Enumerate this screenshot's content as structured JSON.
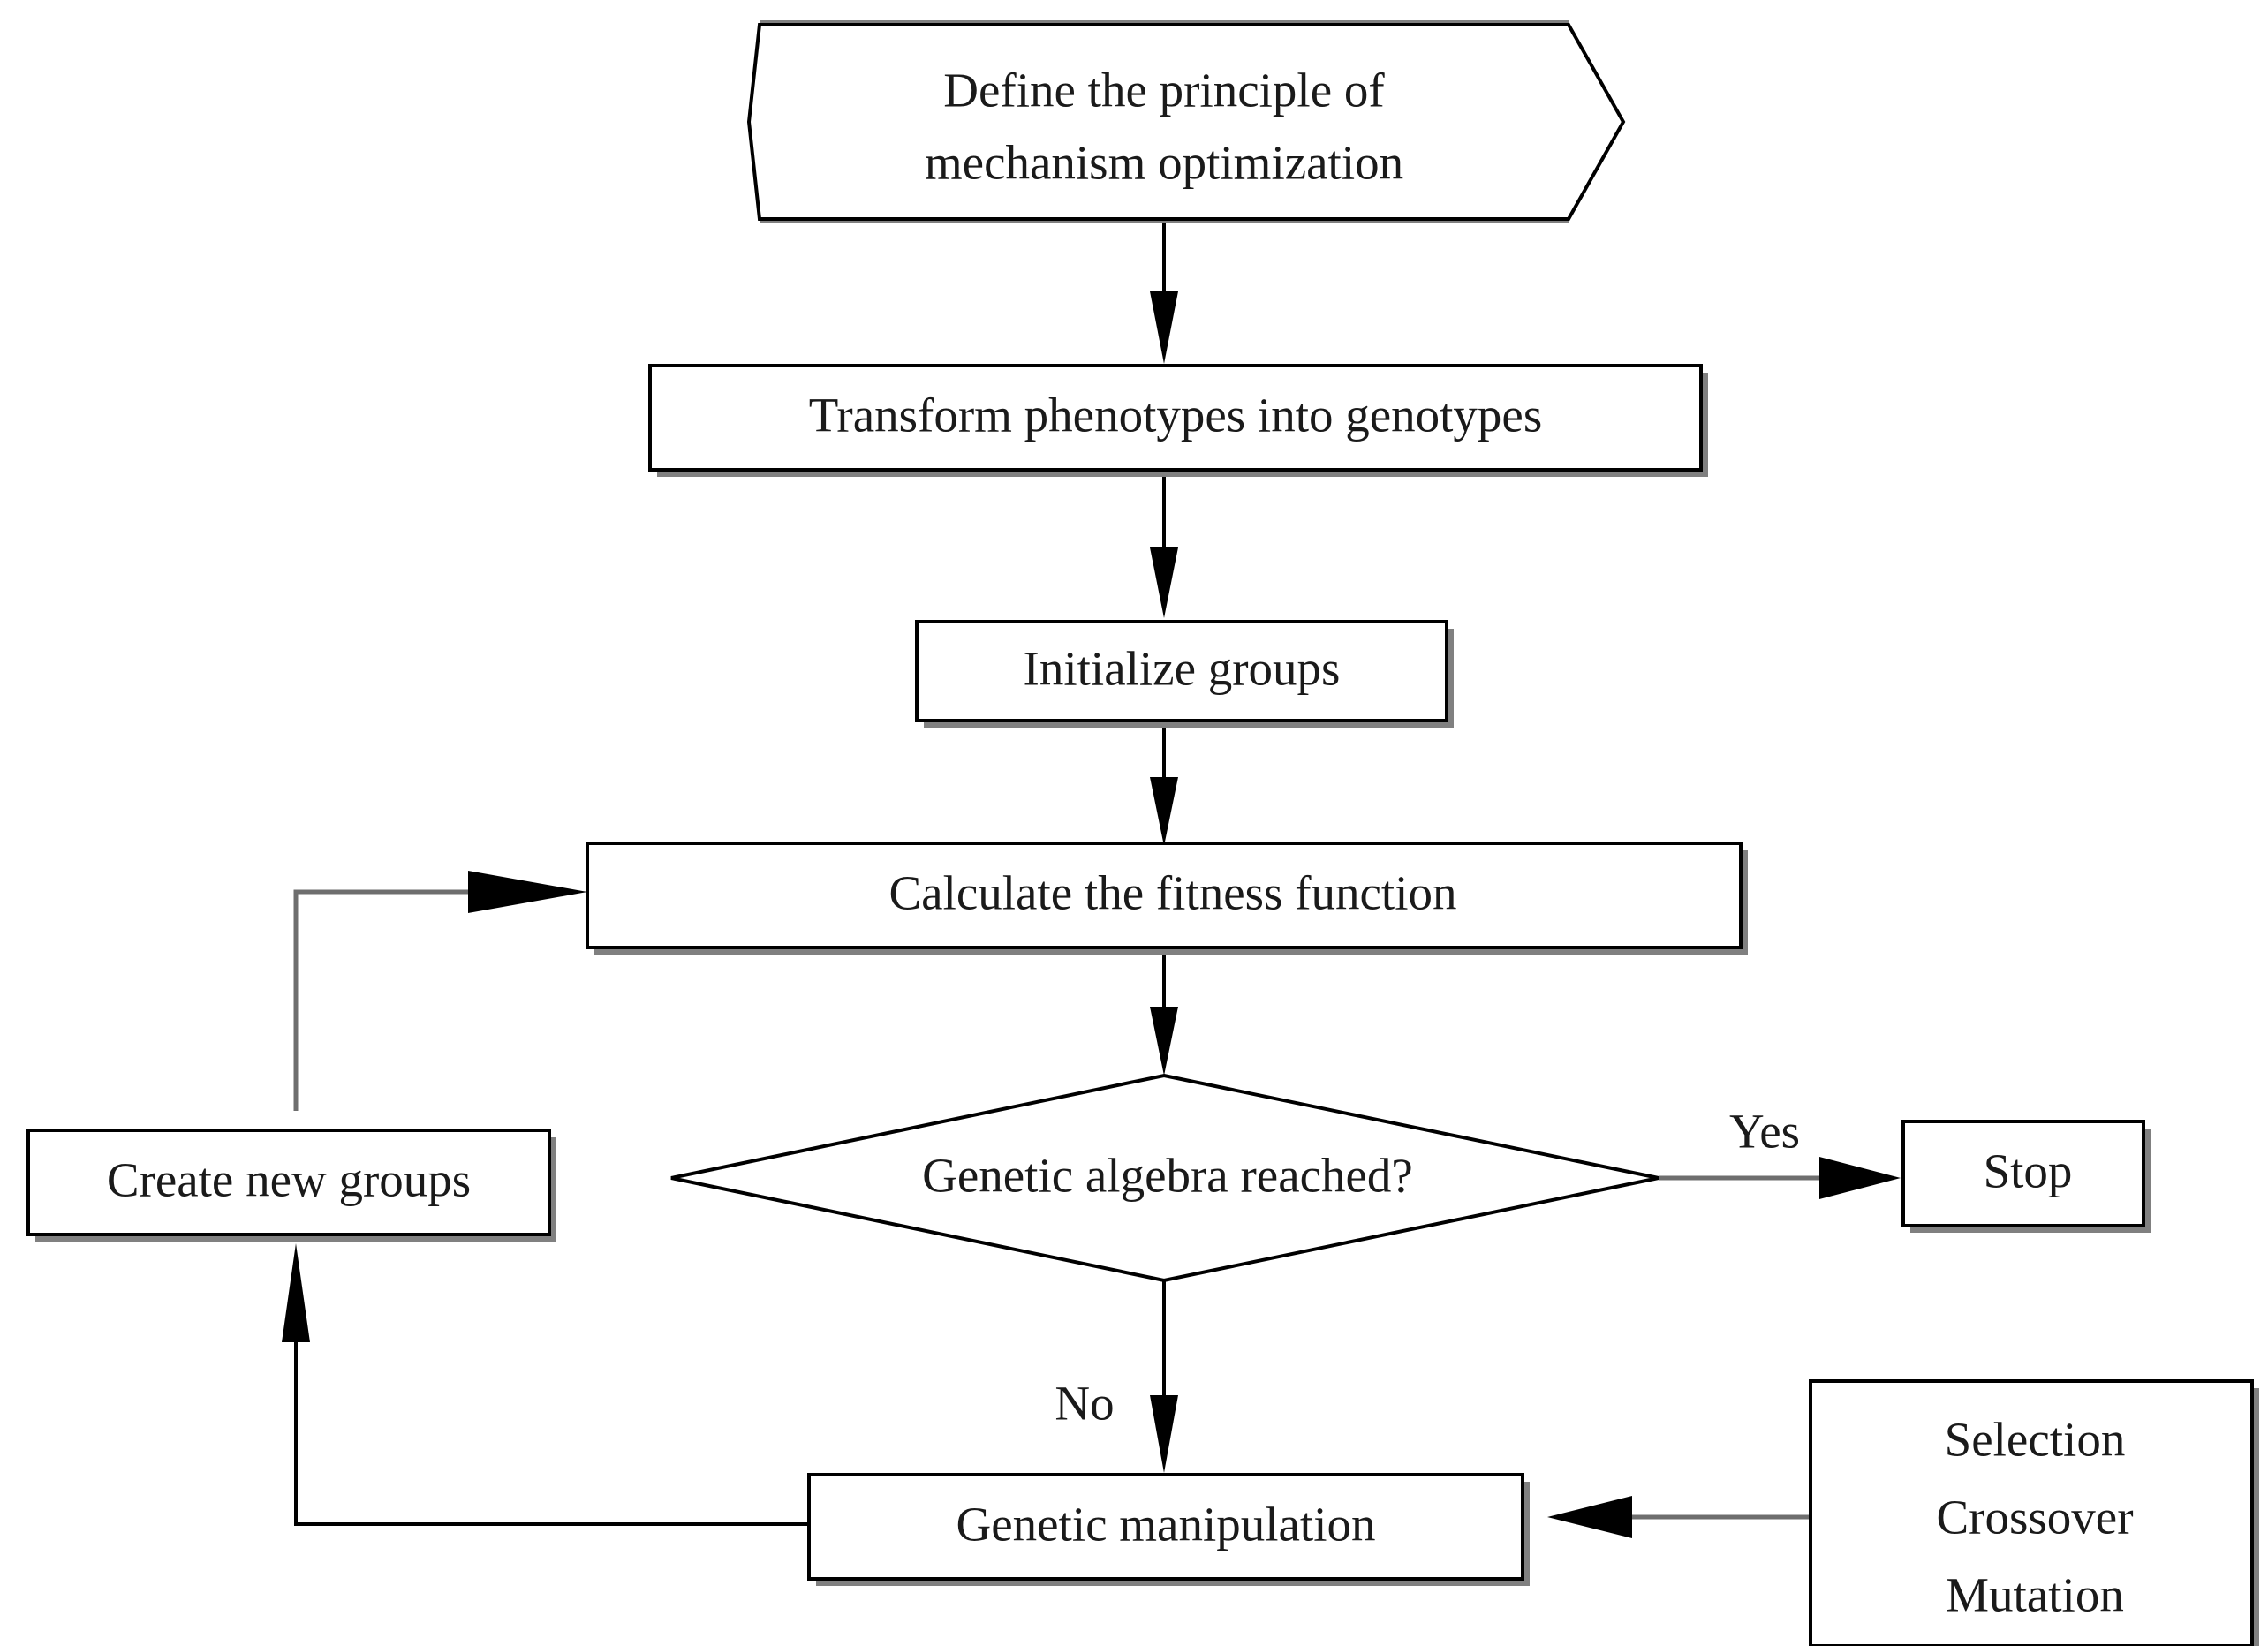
{
  "diagram": {
    "type": "flowchart",
    "title_text": "",
    "colors": {
      "background": "#ffffff",
      "node_fill": "#ffffff",
      "node_stroke": "#000000",
      "shadow": "#808080",
      "text": "#1a1a1a",
      "connector": "#000000",
      "connector_gray": "#6e6e6e"
    },
    "nodes": [
      {
        "id": "define-principle",
        "shape": "hexagon",
        "line1": "Define the principle of",
        "line2": "mechanism optimization"
      },
      {
        "id": "transform-phenotypes",
        "shape": "rectangle",
        "label": "Transform phenotypes into genotypes"
      },
      {
        "id": "initialize-groups",
        "shape": "rectangle",
        "label": "Initialize groups"
      },
      {
        "id": "calculate-fitness",
        "shape": "rectangle",
        "label": "Calculate the fitness function"
      },
      {
        "id": "genetic-algebra-reached",
        "shape": "diamond",
        "label": "Genetic algebra reached?"
      },
      {
        "id": "stop",
        "shape": "rectangle",
        "label": "Stop"
      },
      {
        "id": "create-new-groups",
        "shape": "rectangle",
        "label": "Create new groups"
      },
      {
        "id": "genetic-manipulation",
        "shape": "rectangle",
        "label": "Genetic manipulation"
      },
      {
        "id": "operators",
        "shape": "rectangle",
        "line1": "Selection",
        "line2": "Crossover",
        "line3": "Mutation"
      }
    ],
    "edge_labels": {
      "yes": "Yes",
      "no": "No"
    },
    "edges": [
      {
        "from": "define-principle",
        "to": "transform-phenotypes",
        "label": ""
      },
      {
        "from": "transform-phenotypes",
        "to": "initialize-groups",
        "label": ""
      },
      {
        "from": "initialize-groups",
        "to": "calculate-fitness",
        "label": ""
      },
      {
        "from": "calculate-fitness",
        "to": "genetic-algebra-reached",
        "label": ""
      },
      {
        "from": "genetic-algebra-reached",
        "to": "stop",
        "label": "Yes"
      },
      {
        "from": "genetic-algebra-reached",
        "to": "genetic-manipulation",
        "label": "No"
      },
      {
        "from": "operators",
        "to": "genetic-manipulation",
        "label": ""
      },
      {
        "from": "genetic-manipulation",
        "to": "create-new-groups",
        "label": ""
      },
      {
        "from": "create-new-groups",
        "to": "calculate-fitness",
        "label": ""
      }
    ]
  }
}
